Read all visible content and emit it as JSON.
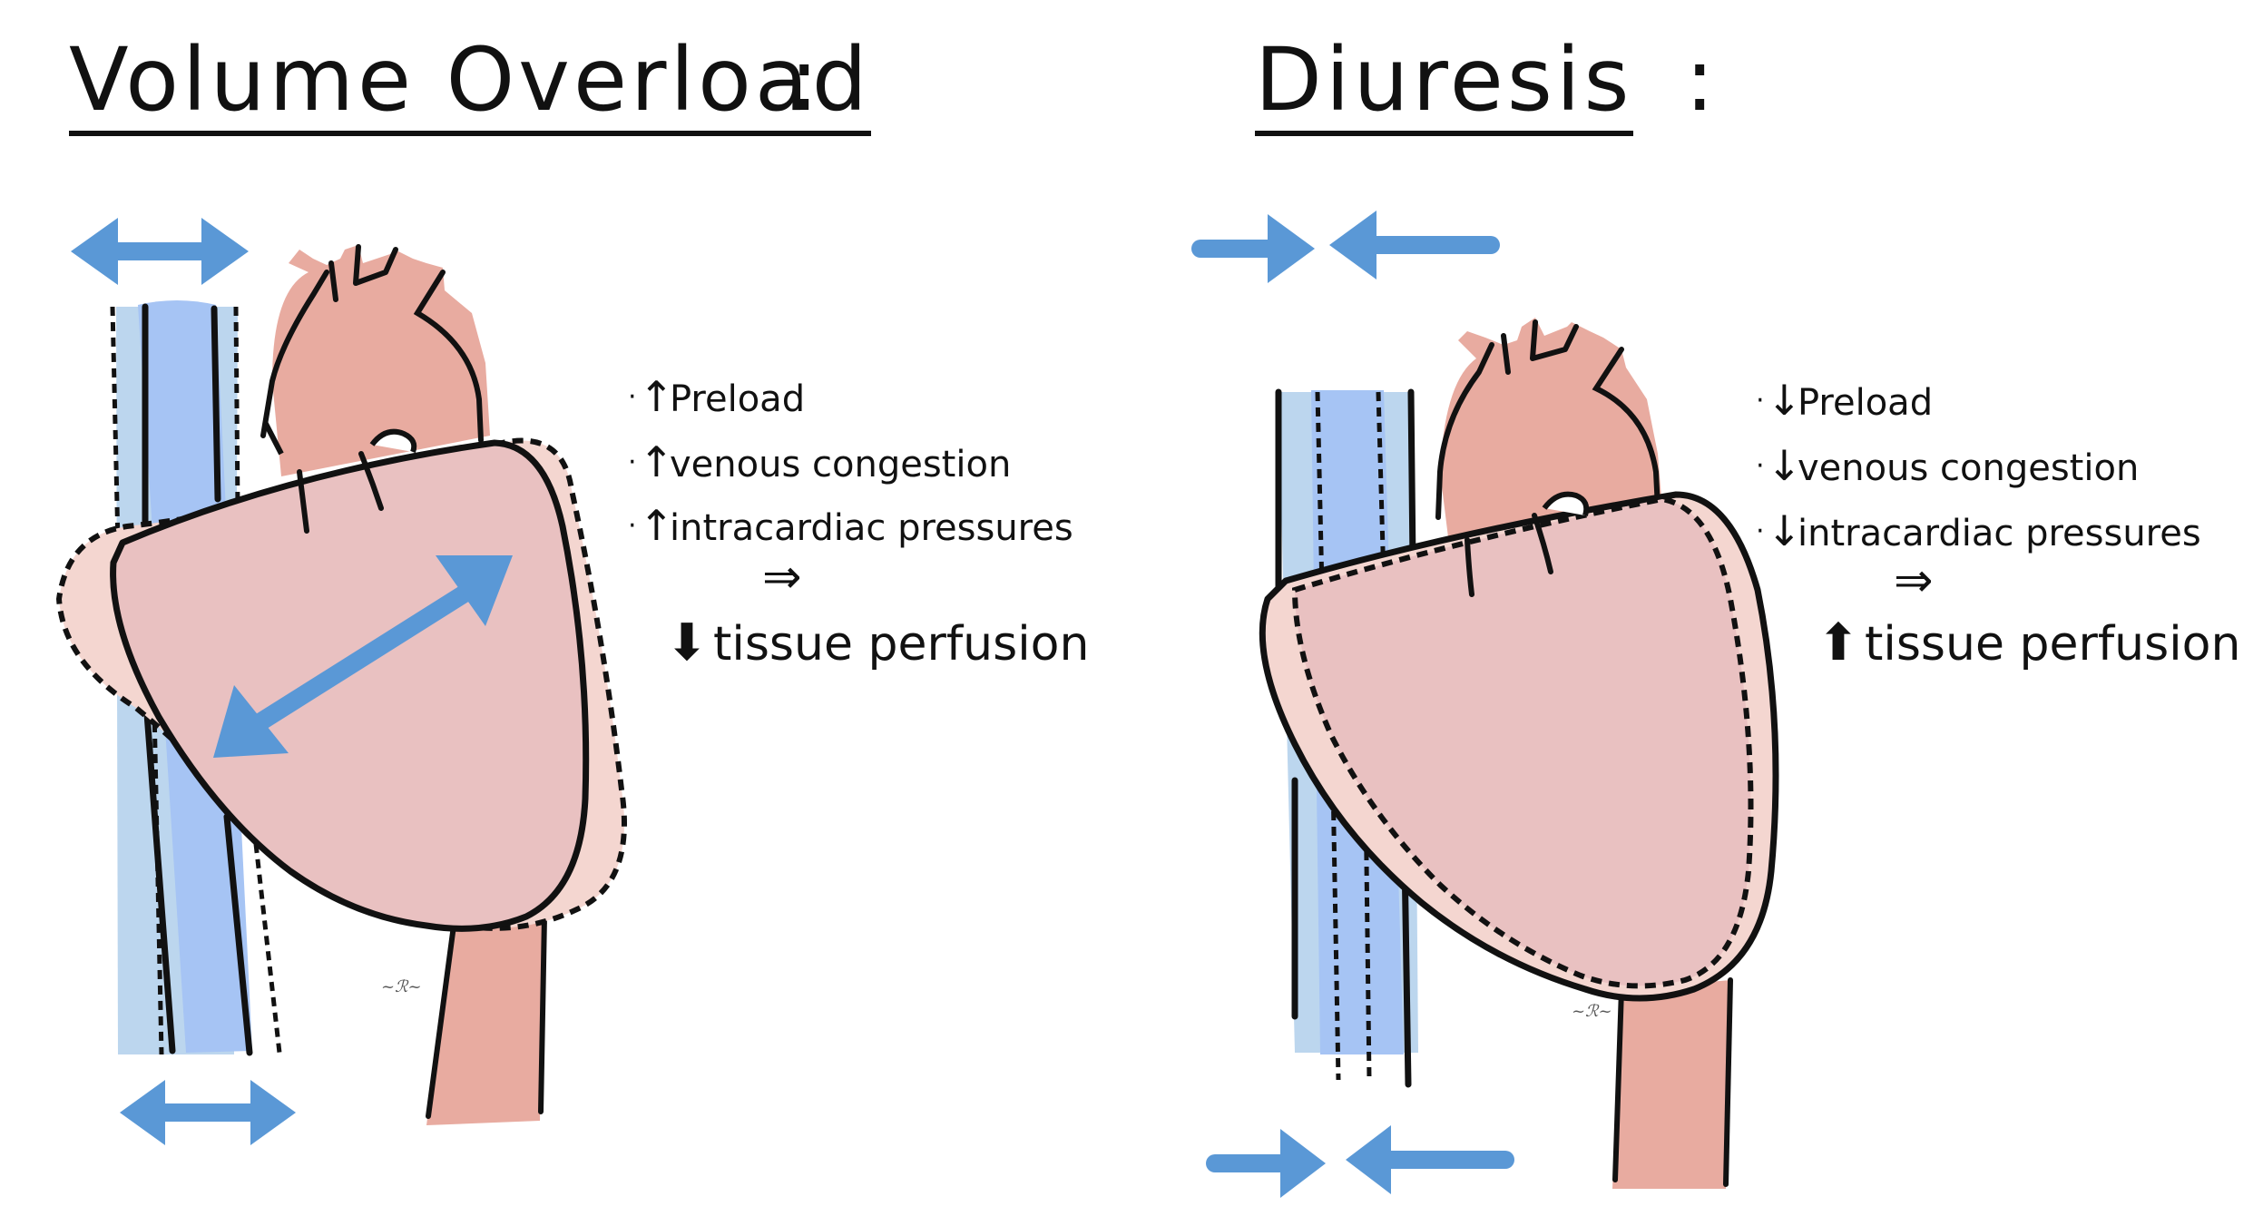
{
  "left": {
    "title": "Volume Overload",
    "colon": ":",
    "effects": [
      {
        "arrow": "↑",
        "text": "Preload"
      },
      {
        "arrow": "↑",
        "text": "venous congestion"
      },
      {
        "arrow": "↑",
        "text": "intracardiac pressures"
      }
    ],
    "implies": "⇒",
    "outcome": {
      "arrow": "⬇",
      "text": "tissue perfusion"
    }
  },
  "right": {
    "title": "Diuresis",
    "colon": ":",
    "effects": [
      {
        "arrow": "↓",
        "text": "Preload"
      },
      {
        "arrow": "↓",
        "text": "venous congestion"
      },
      {
        "arrow": "↓",
        "text": "intracardiac pressures"
      }
    ],
    "implies": "⇒",
    "outcome": {
      "arrow": "⬆",
      "text": "tissue perfusion"
    }
  },
  "colors": {
    "arrow_blue": "#5a98d6",
    "vein_blue": "#a6c4f4",
    "vein_light": "#bcd6ee",
    "artery_pink": "#e8aba0",
    "heart_pink": "#e9c1c1",
    "overlay_pink": "#f4d6d0",
    "outline": "#111111"
  },
  "icons": {
    "left_top_arrow": "double-headed-horizontal-arrow-icon",
    "left_bottom_arrow": "double-headed-horizontal-arrow-icon",
    "left_heart_arrow": "double-headed-diagonal-arrow-icon",
    "right_top_arrows": "inward-pointing-arrows-icon",
    "right_bottom_arrows": "inward-pointing-arrows-icon"
  }
}
